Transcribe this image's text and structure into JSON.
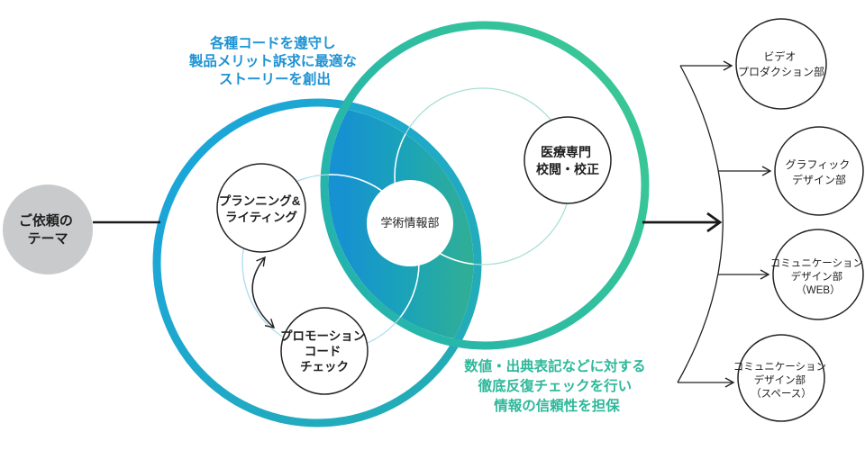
{
  "colors": {
    "blue_stroke_start": "#1aa5de",
    "blue_stroke_end": "#24adb2",
    "teal_stroke_start": "#23b2ae",
    "teal_stroke_end": "#3bc894",
    "lens_start": "#1691d1",
    "lens_mid": "#1aa3b9",
    "lens_end": "#2fae97",
    "orbit_blue": "#aadcf0",
    "orbit_teal": "#a9dfd5",
    "orbit_highlight": "#ffffff",
    "source_fill": "#c9cacb",
    "note_blue": "#1e93d3",
    "note_green": "#2eb89a",
    "line_color": "#222222",
    "circle_stroke": "#242424",
    "text_dark": "#1f1f1f"
  },
  "source": {
    "lines": [
      "ご依頼の",
      "テーマ"
    ]
  },
  "venn": {
    "blue_note": {
      "lines": [
        "各種コードを遵守し",
        "製品メリット訴求に最適な",
        "ストーリーを創出"
      ]
    },
    "green_note": {
      "lines": [
        "数値・出典表記などに対する",
        "徹底反復チェックを行い",
        "情報の信頼性を担保"
      ]
    },
    "planning": {
      "lines": [
        "プランニング&",
        "ライティング"
      ]
    },
    "promotion": {
      "lines": [
        "プロモーション",
        "コード",
        "チェック"
      ]
    },
    "medical": {
      "lines": [
        "医療専門",
        "校閲・校正"
      ]
    },
    "center": {
      "lines": [
        "学術情報部"
      ]
    }
  },
  "outputs": [
    {
      "lines": [
        "ビデオ",
        "プロダクション部"
      ]
    },
    {
      "lines": [
        "グラフィック",
        "デザイン部"
      ]
    },
    {
      "lines": [
        "コミュニケーション",
        "デザイン部",
        "（WEB）"
      ]
    },
    {
      "lines": [
        "コミュニケーション",
        "デザイン部",
        "（スペース）"
      ]
    }
  ]
}
